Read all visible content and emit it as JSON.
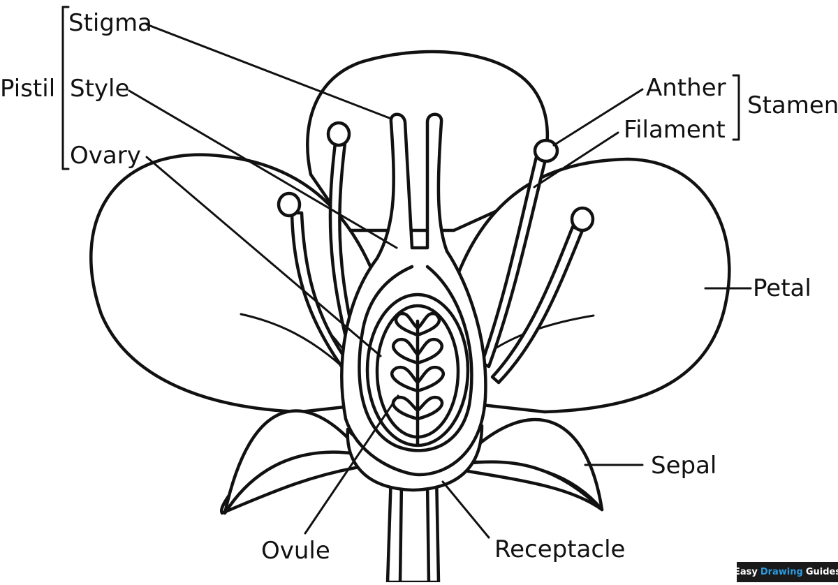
{
  "labels": {
    "stigma": "Stigma",
    "style": "Style",
    "ovary": "Ovary",
    "pistil": "Pistil",
    "anther": "Anther",
    "filament": "Filament",
    "stamen": "Stamen",
    "petal": "Petal",
    "sepal": "Sepal",
    "ovule": "Ovule",
    "receptacle": "Receptacle"
  },
  "logo": {
    "word1": "Easy",
    "word2": "Drawing",
    "word3": "Guides",
    "accent_color": "#2d9be0",
    "background_color": "#1a1a1a"
  }
}
